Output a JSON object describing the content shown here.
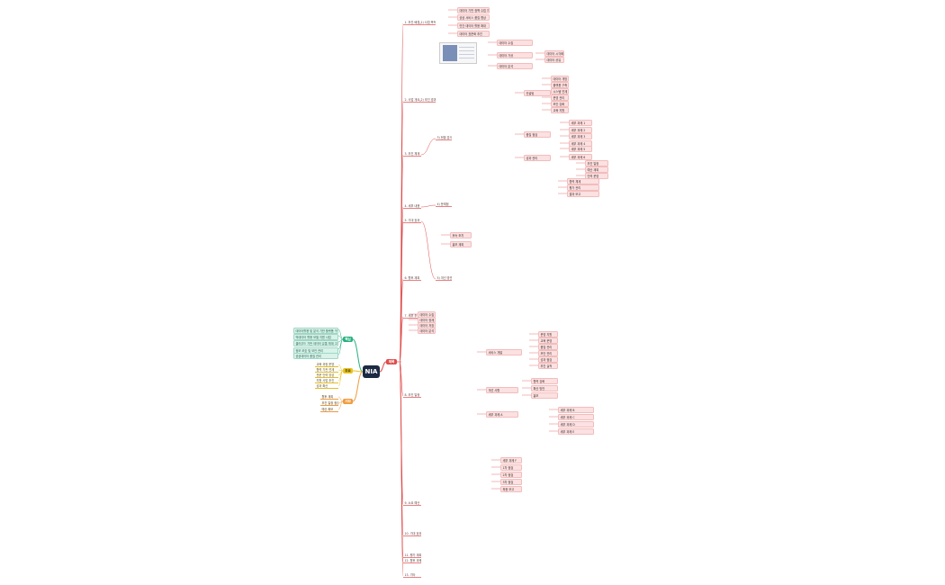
{
  "root": {
    "label": "NIA"
  },
  "hubs": {
    "main": "제목",
    "green": "핵심",
    "yellow": "주요",
    "orange": "기타"
  },
  "colors": {
    "main_branch": "#e04b4b",
    "green_branch": "#27b07f",
    "yellow_branch": "#e9c320",
    "orange_branch": "#ef9a3c",
    "root_fill": "#1c2a44"
  },
  "green_items": [
    "데이터활용 및 분석 기반 플랫폼 구축 방향 수립",
    "빅데이터 활용 모델 지원 사업",
    "클라우드 기반 데이터 유통 체계 고도화 추진",
    "정보 보호 및 보안 관리",
    "공공데이터 품질 관리"
  ],
  "yellow_items": [
    "교육 과정 운영",
    "협력 기관 연계",
    "전문 인력 양성",
    "지원 사업 추진",
    "성과 확산"
  ],
  "orange_items": [
    "향후 계획",
    "추진 일정 점검",
    "예산 확보"
  ],
  "upper": {
    "l1": [
      "1. 추진 배경",
      "2. 사업 개요",
      "3. 추진 체계",
      "4. 세부 내용",
      "5. 기대 효과",
      "6. 향후 계획"
    ],
    "l2": [
      "1) 사업 목적",
      "2) 추진 경과",
      "3) 현황 분석",
      "4) 문제점",
      "5) 개선 방안"
    ],
    "items": [
      "데이터 기반 정책 수립 지원",
      "공공 서비스 품질 향상",
      "민간 데이터 활용 확대",
      "데이터 표준화 추진",
      "데이터 수집",
      "데이터 가공",
      "데이터 분석",
      "데이터 시각화",
      "데이터 공유",
      "데이터 개방",
      "플랫폼 구축",
      "시스템 연계",
      "운영 관리",
      "보안 강화",
      "교육 지원",
      "컨설팅",
      "품질 점검",
      "성과 관리",
      "세부 과제 1",
      "세부 과제 2",
      "세부 과제 3",
      "세부 과제 4",
      "세부 과제 5",
      "세부 과제 6",
      "추진 일정",
      "예산 계획",
      "인력 운영",
      "협력 체계",
      "평가 관리",
      "결과 보고",
      "후속 조치",
      "홍보 계획"
    ]
  },
  "lower": {
    "l1": [
      "7. 세부 추진 계획",
      "8. 추진 일정",
      "9. 소요 예산",
      "10. 기대 효과",
      "11. 평가 계획",
      "12. 향후 과제",
      "13. 기타"
    ],
    "items": [
      "데이터 수집 체계",
      "데이터 정제",
      "데이터 저장",
      "데이터 분석",
      "서비스 개발",
      "운영 지원",
      "교육 운영",
      "품질 관리",
      "보안 관리",
      "성과 점검",
      "추진 실적",
      "개선 사항",
      "협력 강화",
      "확산 방안",
      "홍보",
      "세부 과제 A",
      "세부 과제 B",
      "세부 과제 C",
      "세부 과제 D",
      "세부 과제 E",
      "세부 과제 F",
      "1차 점검",
      "2차 점검",
      "3차 점검",
      "최종 보고"
    ]
  }
}
